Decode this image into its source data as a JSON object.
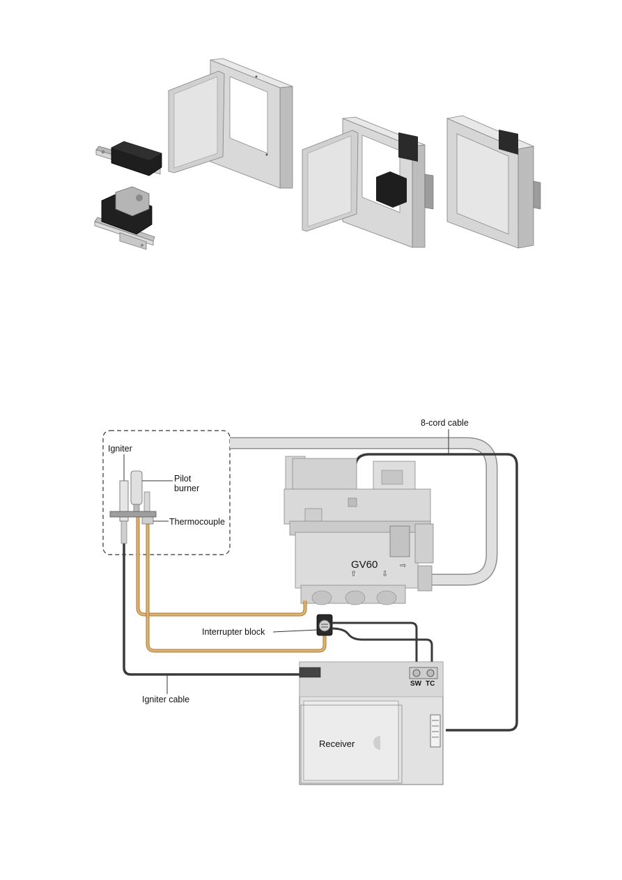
{
  "labels": {
    "igniter": "Igniter",
    "pilot_burner": "Pilot burner",
    "thermocouple": "Thermocouple",
    "cable_8cord": "8-cord cable",
    "valve": "GV60",
    "interrupter_block": "Interrupter block",
    "igniter_cable": "Igniter cable",
    "receiver": "Receiver",
    "terminal_sw": "SW",
    "terminal_tc": "TC"
  },
  "colors": {
    "metal_light": "#e3e3e3",
    "metal_mid": "#c9c9c9",
    "metal_dark": "#9a9a9a",
    "module_black": "#1e1e1e",
    "cable_dark": "#3a3a3a",
    "copper_tube": "#d7a35a",
    "flex_tube": "#d4d4d4"
  }
}
